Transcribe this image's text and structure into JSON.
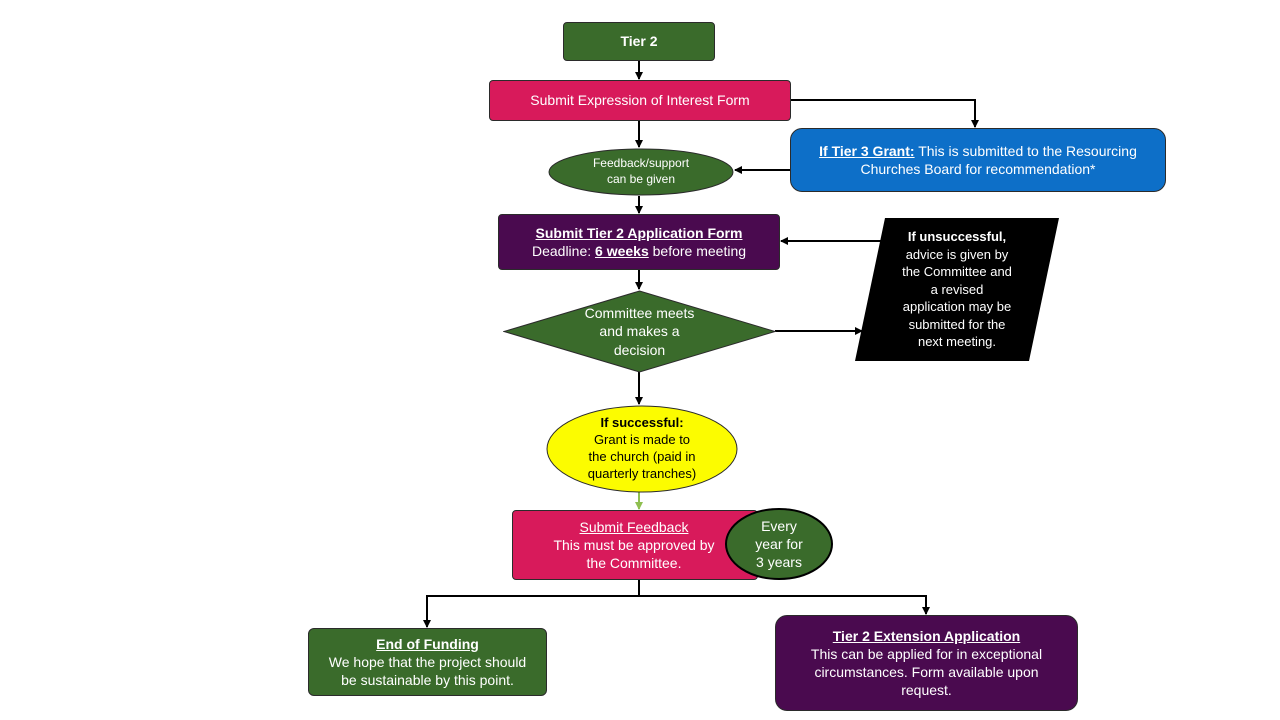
{
  "nodes": {
    "tier2": {
      "label": "Tier 2"
    },
    "eoi": {
      "label": "Submit Expression of Interest Form"
    },
    "tier3": {
      "title": "If Tier 3 Grant:",
      "text": " This is submitted to the Resourcing Churches Board for recommendation*"
    },
    "feedback_support": {
      "line1": "Feedback/support",
      "line2": "can be given"
    },
    "application": {
      "title": "Submit Tier 2 Application Form",
      "deadline_prefix": "Deadline: ",
      "deadline_value": "6 weeks",
      "deadline_suffix": " before meeting"
    },
    "committee": {
      "line1": "Committee meets",
      "line2": "and makes a",
      "line3": "decision"
    },
    "unsuccessful": {
      "title": "If unsuccessful,",
      "lines": [
        "advice is given by",
        "the Committee and",
        "a revised",
        "application may be",
        "submitted for the",
        "next meeting."
      ]
    },
    "successful": {
      "title": "If successful:",
      "lines": [
        "Grant is made to",
        "the church (paid in",
        "quarterly tranches)"
      ]
    },
    "submit_feedback": {
      "title": "Submit Feedback",
      "line1": "This must be approved by",
      "line2": "the Committee."
    },
    "every_year": {
      "line1": "Every",
      "line2": "year for",
      "line3": "3 years"
    },
    "end_funding": {
      "title": "End of Funding",
      "line1": "We hope that the project should",
      "line2": "be sustainable by this point."
    },
    "extension": {
      "title": "Tier 2 Extension Application",
      "line1": "This can be applied for in exceptional",
      "line2": "circumstances. Form  available upon",
      "line3": "request."
    }
  },
  "edges": [
    {
      "from": "tier2",
      "to": "eoi"
    },
    {
      "from": "eoi",
      "to": "feedback_support"
    },
    {
      "from": "eoi",
      "to": "tier3"
    },
    {
      "from": "tier3",
      "to": "feedback_support"
    },
    {
      "from": "feedback_support",
      "to": "application"
    },
    {
      "from": "application",
      "to": "committee"
    },
    {
      "from": "committee",
      "to": "unsuccessful"
    },
    {
      "from": "unsuccessful",
      "to": "application"
    },
    {
      "from": "committee",
      "to": "successful"
    },
    {
      "from": "successful",
      "to": "submit_feedback"
    },
    {
      "from": "submit_feedback",
      "to": "end_funding"
    },
    {
      "from": "submit_feedback",
      "to": "extension"
    }
  ],
  "colors": {
    "dark_green": "#3a6b2b",
    "crimson": "#d81a5b",
    "blue": "#0d6fc8",
    "purple": "#4a0a4f",
    "black": "#000000",
    "yellow": "#fcfc00",
    "edge": "#000000",
    "edge_light": "#8fbf50"
  }
}
